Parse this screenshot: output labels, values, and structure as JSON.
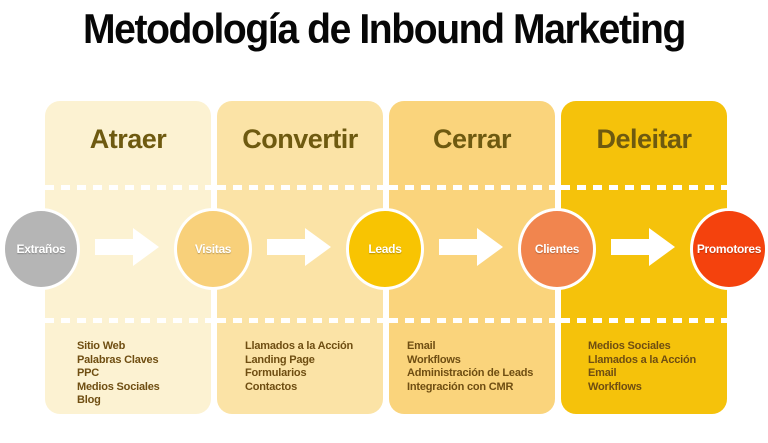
{
  "title": "Metodología de Inbound Marketing",
  "colors": {
    "title_text": "#070707",
    "header_text": "#6e5a10",
    "list_text": "#6f4e12",
    "dash_and_arrow": "#ffffff"
  },
  "stages": [
    {
      "label": "Atraer",
      "column_color": "#fcf2d2",
      "tools": [
        "Sitio Web",
        "Palabras Claves",
        "PPC",
        "Medios Sociales",
        "Blog"
      ]
    },
    {
      "label": "Convertir",
      "column_color": "#fbe3a6",
      "tools": [
        "Llamados a la Acción",
        "Landing Page",
        "Formularios",
        "Contactos"
      ]
    },
    {
      "label": "Cerrar",
      "column_color": "#fad47c",
      "tools": [
        "Email",
        "Workflows",
        "Administración de Leads",
        "Integración con CMR"
      ]
    },
    {
      "label": "Deleitar",
      "column_color": "#f5c20b",
      "tools": [
        "Medios Sociales",
        "Llamados a la Acción",
        "Email",
        "Workflows"
      ]
    }
  ],
  "audience_circles": [
    {
      "label": "Extraños",
      "color": "#b5b5b5"
    },
    {
      "label": "Visitas",
      "color": "#f8d07a"
    },
    {
      "label": "Leads",
      "color": "#f8c402"
    },
    {
      "label": "Clientes",
      "color": "#f1854e"
    },
    {
      "label": "Promotores",
      "color": "#f4420d"
    }
  ]
}
